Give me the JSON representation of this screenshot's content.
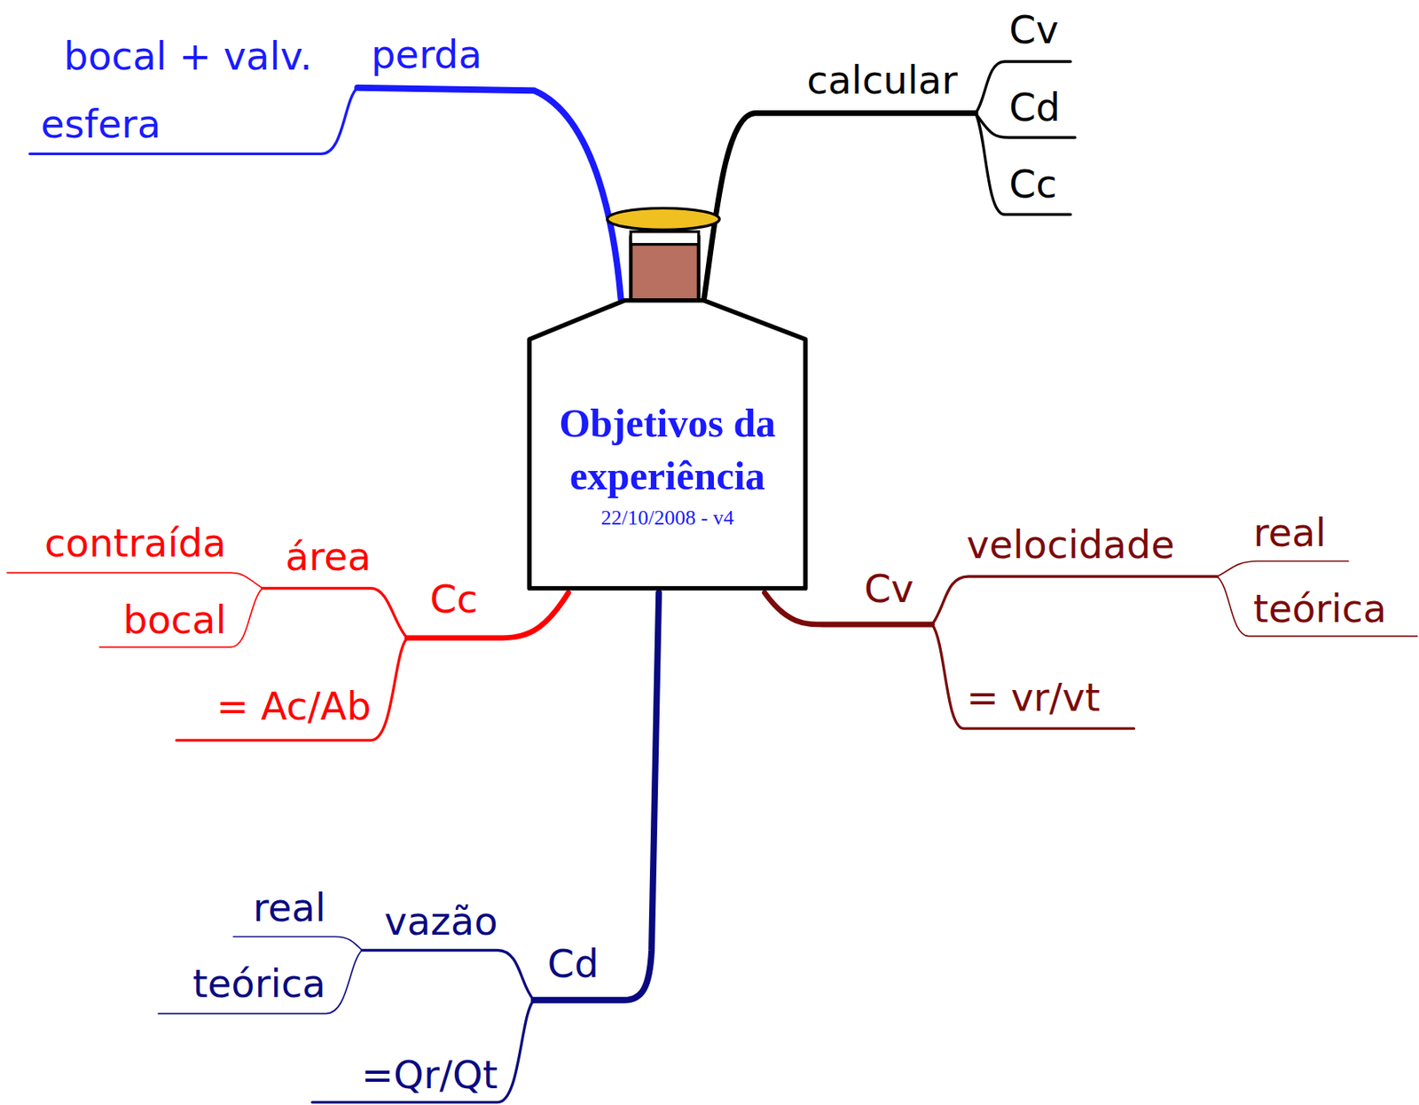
{
  "diagram": {
    "nodes": [
      {
        "text": [
          "Objetivos da experiência",
          "22/10/2008 - v4"
        ]
      }
    ],
    "labels": [
      "perda",
      "bocal + valv.",
      "esfera",
      "calcular",
      "Cv",
      "Cd",
      "Cc",
      "Cc",
      "área",
      "contraída",
      "bocal",
      "= Ac/Ab",
      "Cv",
      "velocidade",
      "real",
      "teórica",
      "= vr/vt",
      "Cd",
      "vazão",
      "real",
      "teórica",
      "=Qr/Qt"
    ]
  }
}
